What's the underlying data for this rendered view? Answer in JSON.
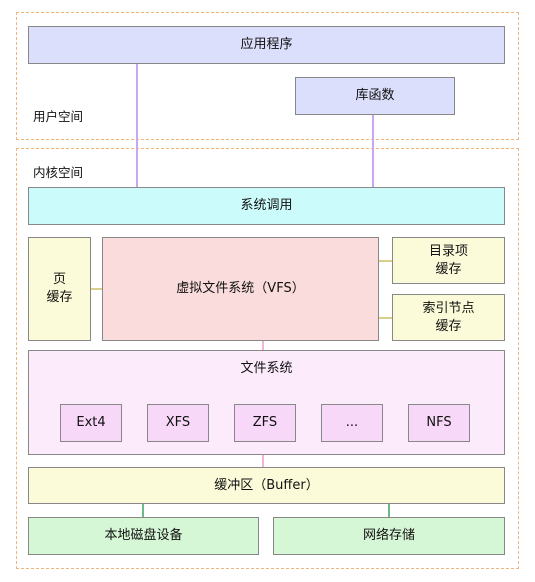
{
  "regions": {
    "user_space": "用户空间",
    "kernel_space": "内核空间"
  },
  "boxes": {
    "application": "应用程序",
    "library_functions": "库函数",
    "system_call": "系统调用",
    "page_cache": [
      "页",
      "缓存"
    ],
    "vfs": "虚拟文件系统（VFS）",
    "dentry_cache": [
      "目录项",
      "缓存"
    ],
    "inode_cache": [
      "索引节点",
      "缓存"
    ],
    "file_system": "文件系统",
    "fs_types": [
      "Ext4",
      "XFS",
      "ZFS",
      "...",
      "NFS"
    ],
    "buffer": "缓冲区（Buffer）",
    "local_disk": "本地磁盘设备",
    "network_storage": "网络存储"
  },
  "colors": {
    "region_border": "#f0b37e",
    "app": "#dcdffb",
    "syscall": "#ccfbfb",
    "cache": "#fcfbd9",
    "vfs": "#fadcdc",
    "filesystem": "#fcebfb",
    "fs_type": "#f8d8f8",
    "buffer": "#fcfbd9",
    "device": "#d6f7d6"
  }
}
